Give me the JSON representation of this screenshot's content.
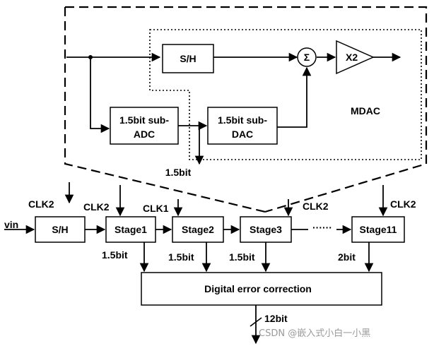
{
  "mdac": {
    "sh_label": "S/H",
    "sum_symbol": "Σ",
    "gain_label": "X2",
    "adc_line1": "1.5bit sub-",
    "adc_line2": "ADC",
    "dac_line1": "1.5bit sub-",
    "dac_line2": "DAC",
    "title": "MDAC",
    "out_bits": "1.5bit"
  },
  "pipeline": {
    "input_label": "vin",
    "sh_label": "S/H",
    "stages": [
      "Stage1",
      "Stage2",
      "Stage3",
      "Stage11"
    ],
    "ellipsis": "······",
    "clk_labels": [
      "CLK2",
      "CLK2",
      "CLK1",
      "CLK2",
      "CLK2"
    ],
    "bit_labels": [
      "1.5bit",
      "1.5bit",
      "1.5bit",
      "2bit"
    ],
    "correction_label": "Digital error correction",
    "output_bits": "12bit"
  },
  "watermark": "CSDN @嵌入式小白一小黑"
}
